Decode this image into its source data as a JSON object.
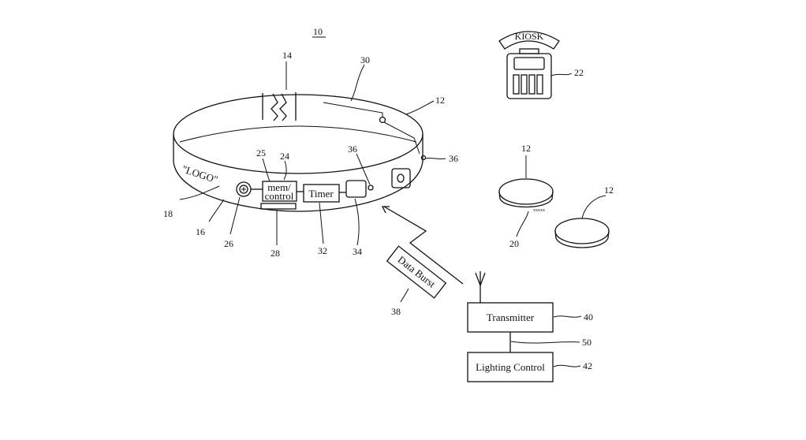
{
  "figure": {
    "ref": "10",
    "kiosk_label": "KIOSK",
    "logo_text": "\"LOGO\"",
    "mem_line1": "mem/",
    "mem_line2": "control",
    "timer": "Timer",
    "data_burst": "Data Burst",
    "transmitter": "Transmitter",
    "lighting_control": "Lighting Control",
    "refs": {
      "r14": "14",
      "r30": "30",
      "r12a": "12",
      "r36a": "36",
      "r36b": "36",
      "r25": "25",
      "r24": "24",
      "r18": "18",
      "r16": "16",
      "r26": "26",
      "r28": "28",
      "r32": "32",
      "r34": "34",
      "r22": "22",
      "r12b": "12",
      "r12c": "12",
      "r20": "20",
      "r38": "38",
      "r40": "40",
      "r50": "50",
      "r42": "42"
    }
  }
}
